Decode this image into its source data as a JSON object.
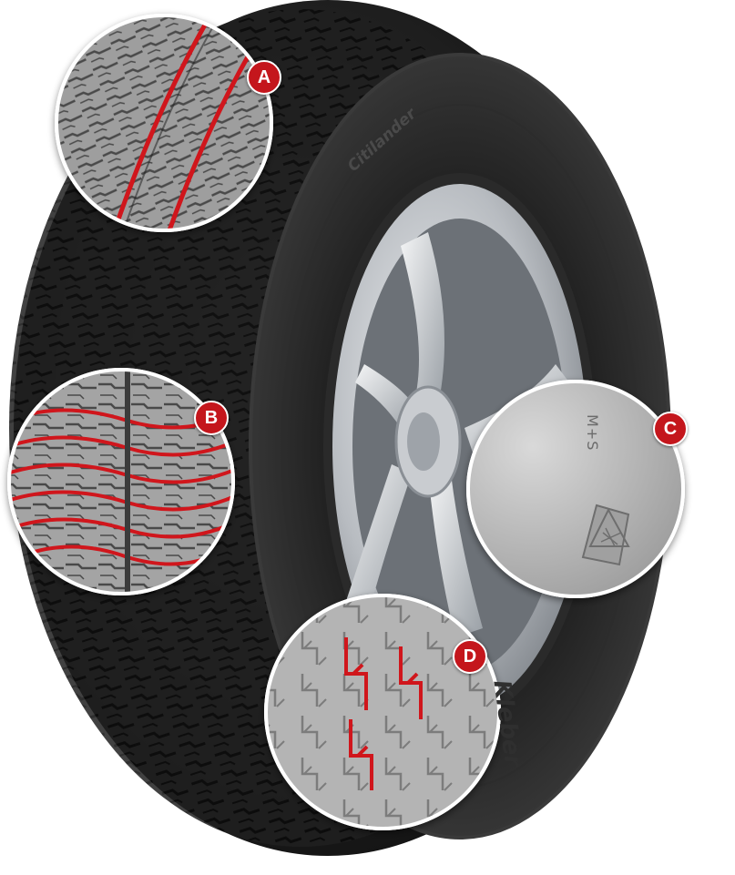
{
  "image": {
    "subject": "all-season-tire-with-four-detail-insets",
    "colors": {
      "accent": "#c4161c",
      "tire": "#1c1c1c",
      "rim": "#c9ccd0",
      "background": "#ffffff"
    }
  },
  "sidewall": {
    "model": "Citilander",
    "brand": "Kleber"
  },
  "insets": [
    {
      "badge": "A",
      "icon": "tread-longitudinal-grooves"
    },
    {
      "badge": "B",
      "icon": "tread-lateral-sipes"
    },
    {
      "badge": "C",
      "icon": "3pmsf-snowflake-mountain",
      "marking": "M+S"
    },
    {
      "badge": "D",
      "icon": "zigzag-sipes"
    }
  ]
}
